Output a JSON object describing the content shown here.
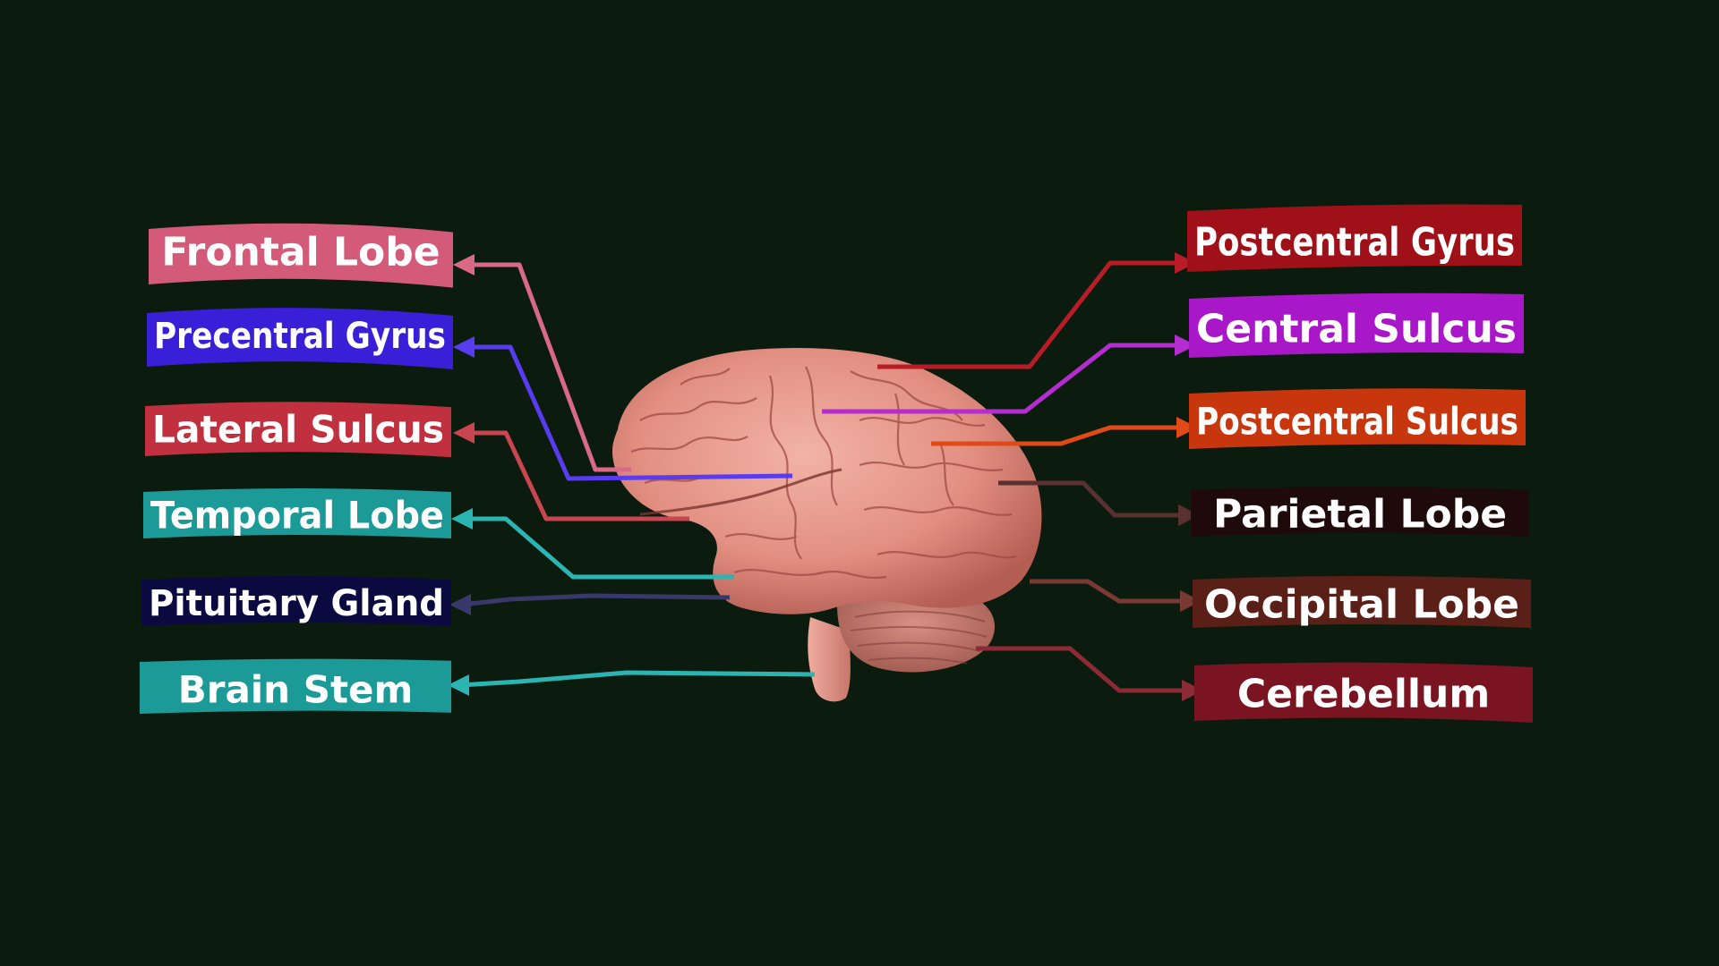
{
  "left_labels": [
    {
      "id": "frontal-lobe",
      "text": "Frontal Lobe",
      "color": "#d35a78"
    },
    {
      "id": "precentral-gyrus",
      "text": "Precentral Gyrus",
      "color": "#3a1fd8"
    },
    {
      "id": "lateral-sulcus",
      "text": "Lateral Sulcus",
      "color": "#c0303e"
    },
    {
      "id": "temporal-lobe",
      "text": "Temporal Lobe",
      "color": "#1c9a98"
    },
    {
      "id": "pituitary-gland",
      "text": "Pituitary Gland",
      "color": "#0a0a40"
    },
    {
      "id": "brain-stem",
      "text": "Brain Stem",
      "color": "#1c9a98"
    }
  ],
  "right_labels": [
    {
      "id": "postcentral-gyrus",
      "text": "Postcentral Gyrus",
      "color": "#a01018"
    },
    {
      "id": "central-sulcus",
      "text": "Central Sulcus",
      "color": "#a818c8"
    },
    {
      "id": "postcentral-sulcus",
      "text": "Postcentral Sulcus",
      "color": "#c8360e"
    },
    {
      "id": "parietal-lobe",
      "text": "Parietal Lobe",
      "color": "#1e0a0a"
    },
    {
      "id": "occipital-lobe",
      "text": "Occipital Lobe",
      "color": "#5a2018"
    },
    {
      "id": "cerebellum",
      "text": "Cerebellum",
      "color": "#7a1420"
    }
  ],
  "colors": {
    "background": "#0b1c0f",
    "brain_main": "#e79a8e",
    "brain_shadow": "#b8645a",
    "brain_fold": "#9e4a44",
    "brain_stem": "#e6958a",
    "cerebellum": "#c97e72"
  }
}
